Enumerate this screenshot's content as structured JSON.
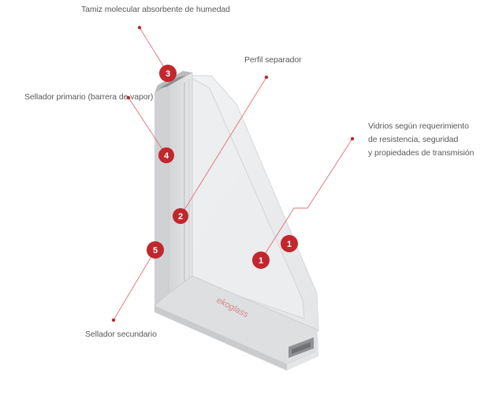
{
  "brand": "ekoglass",
  "callouts": [
    {
      "number": "1",
      "label_lines": [
        "Vidrios según requerimiento",
        "de resistencia, seguridad",
        "y propiedades de transmisión"
      ]
    },
    {
      "number": "2",
      "label_lines": [
        "Perfil separador"
      ]
    },
    {
      "number": "3",
      "label_lines": [
        "Tamiz molecular absorbente de humedad"
      ]
    },
    {
      "number": "4",
      "label_lines": [
        "Sellador primario (barrera de vapor)"
      ]
    },
    {
      "number": "5",
      "label_lines": [
        "Sellador secundario"
      ]
    }
  ],
  "colors": {
    "accent": "#c1272d",
    "leader": "#d9606a",
    "glass": "#e9eaeb",
    "frame": "#dcdddf",
    "frame_dark": "#9a9c9f",
    "text": "#5a5a5a"
  }
}
